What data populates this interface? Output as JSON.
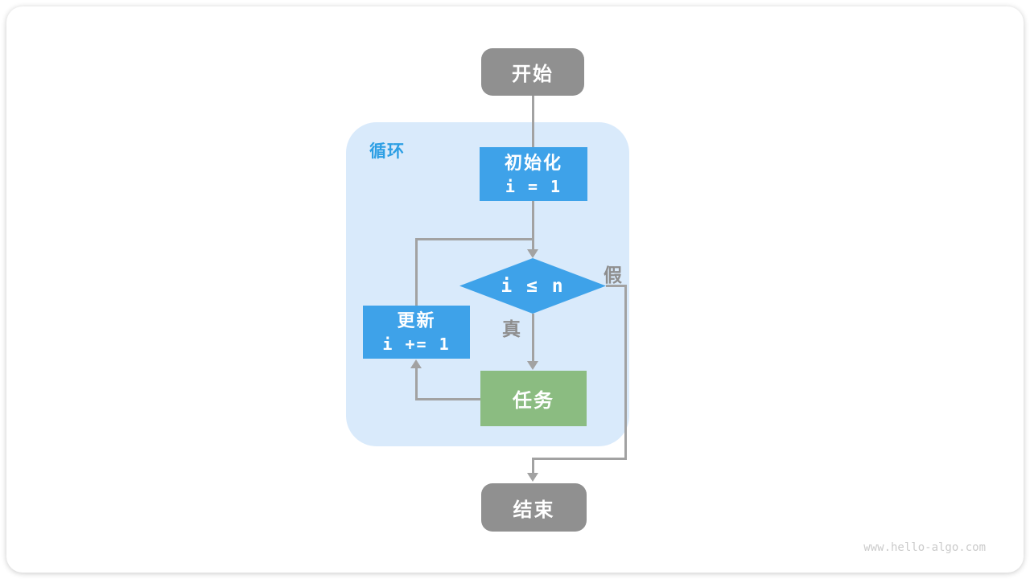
{
  "page": {
    "watermark": "www.hello-algo.com"
  },
  "diagram": {
    "loop_container_label": "循环",
    "nodes": {
      "start": {
        "label": "开始"
      },
      "init": {
        "title": "初始化",
        "code": "i = 1"
      },
      "condition": {
        "label": "i ≤ n"
      },
      "update": {
        "title": "更新",
        "code": "i += 1"
      },
      "task": {
        "label": "任务"
      },
      "end": {
        "label": "结束"
      }
    },
    "branch_labels": {
      "true": "真",
      "false": "假"
    },
    "colors": {
      "terminal_gray": "#909090",
      "process_blue": "#3ea2e9",
      "task_green": "#8bbc81",
      "loop_bg": "#d9eafb",
      "loop_label_blue": "#2d9fe4",
      "edge_gray": "#a2a2a2",
      "branch_label_gray": "#8e8e8e",
      "watermark_gray": "#cbcbcb"
    }
  }
}
